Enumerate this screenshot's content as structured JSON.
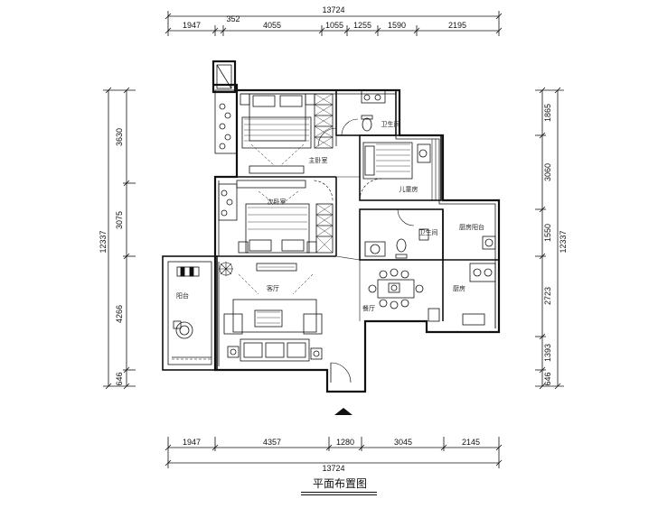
{
  "title": "平面布置图",
  "dimensions": {
    "top_total": "13724",
    "top": [
      "1947",
      "352",
      "4055",
      "1055",
      "1255",
      "1590",
      "2195"
    ],
    "bottom_total": "13724",
    "bottom": [
      "1947",
      "4357",
      "1280",
      "3045",
      "2145"
    ],
    "left_total": "12337",
    "left": [
      "3630",
      "3075",
      "4266",
      "646"
    ],
    "right_total": "12337",
    "right": [
      "1865",
      "3060",
      "1550",
      "2723",
      "1393",
      "646"
    ]
  },
  "rooms": {
    "master_bedroom": "主卧室",
    "second_bedroom": "次卧室",
    "children_room": "儿童房",
    "living_room": "客厅",
    "balcony": "阳台",
    "dining": "餐厅",
    "kitchen": "厨房",
    "kitchen_balcony": "厨房阳台",
    "bathroom_1": "卫生间",
    "bathroom_2": "卫生间"
  }
}
